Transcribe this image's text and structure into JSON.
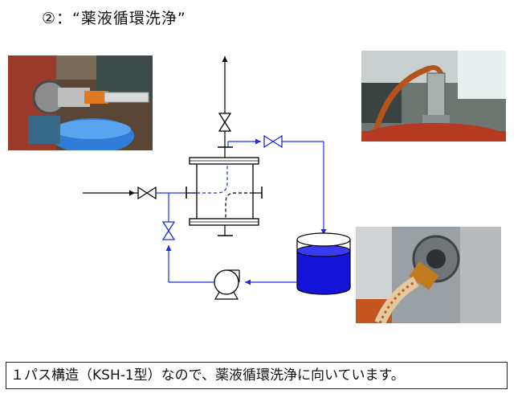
{
  "title": "②：“薬液循環洗浄”",
  "caption": "１パス構造（KSH-1型）なので、薬液循環洗浄に向いています。",
  "colors": {
    "flow_line": "#1a2ee0",
    "line": "#000000",
    "tank_liquid": "#1414d8"
  },
  "photos": [
    {
      "subject": "hose-connected-to-heat-exchanger-nozzle"
    },
    {
      "subject": "hose-connected-on-top-of-tank"
    },
    {
      "subject": "flange-connection-on-vessel"
    }
  ]
}
